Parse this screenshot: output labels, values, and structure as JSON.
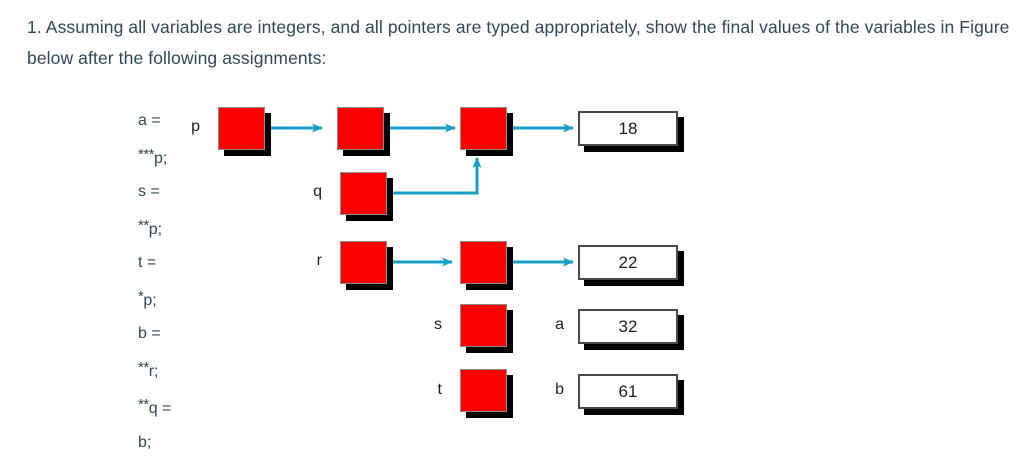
{
  "question": {
    "text": "1. Assuming all variables are integers, and all pointers are typed appropriately, show the final values of the variables in Figure below after the following assignments:"
  },
  "assignments": [
    {
      "lhs": "a =",
      "stars": "***",
      "rhs": "p;"
    },
    {
      "lhs": "s =",
      "stars": "**",
      "rhs": "p;"
    },
    {
      "lhs": "t =",
      "stars": "*",
      "rhs": "p;"
    },
    {
      "lhs": "b =",
      "stars": "**",
      "rhs": "r;"
    },
    {
      "lhs": "",
      "stars": "**",
      "rhs": "q ="
    },
    {
      "lhs": "b;",
      "stars": "",
      "rhs": ""
    }
  ],
  "assignment_lines": [
    "a =",
    "***p;",
    "s =",
    "**p;",
    "t =",
    "*p;",
    "b =",
    "**r;",
    "**q =",
    "b;"
  ],
  "colors": {
    "pointer_box": "#ff0000",
    "box_shadow": "#000000",
    "arrow": "#16a0c8",
    "value_box_fill": "#ffffff",
    "value_box_border": "#4a4a4a",
    "text": "#2f4858"
  },
  "diagram": {
    "labels": {
      "p": "p",
      "q": "q",
      "r": "r",
      "s": "s",
      "t": "t",
      "a": "a",
      "b": "b"
    },
    "values": {
      "v18": "18",
      "v22": "22",
      "v32": "32",
      "v61": "61"
    },
    "rows": [
      {
        "name": "p-chain",
        "label": "p",
        "nodes": [
          "pointer",
          "pointer",
          "pointer"
        ],
        "terminal_value": "18"
      },
      {
        "name": "q-row",
        "label": "q",
        "nodes": [
          "pointer"
        ],
        "points_to": "p-chain third node"
      },
      {
        "name": "r-chain",
        "label": "r",
        "nodes": [
          "pointer",
          "pointer"
        ],
        "terminal_value": "22"
      },
      {
        "name": "s-row",
        "label": "s",
        "nodes": [
          "pointer"
        ],
        "terminal_value": null
      },
      {
        "name": "t-row",
        "label": "t",
        "nodes": [
          "pointer"
        ],
        "terminal_value": null
      },
      {
        "name": "a-row",
        "label": "a",
        "terminal_value": "32"
      },
      {
        "name": "b-row",
        "label": "b",
        "terminal_value": "61"
      }
    ]
  }
}
